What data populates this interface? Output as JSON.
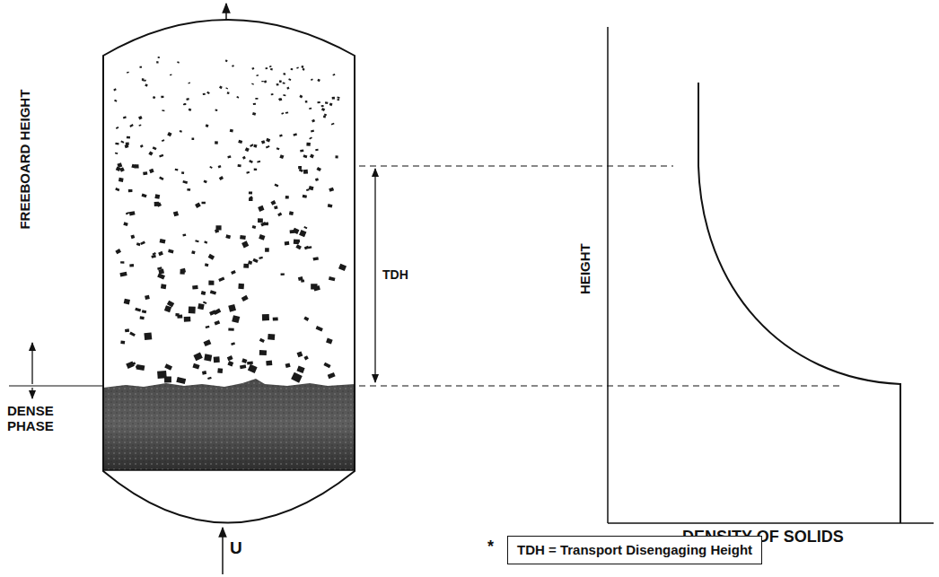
{
  "diagram": {
    "nodes": [
      {
        "text": [
          "*",
          "TDH = Transport Disengaging Height"
        ]
      }
    ],
    "labels": [
      "FREEBOARD HEIGHT",
      "DENSE PHASE",
      "TDH",
      "HEIGHT",
      "DENSITY OF SOLIDS",
      "U"
    ]
  }
}
